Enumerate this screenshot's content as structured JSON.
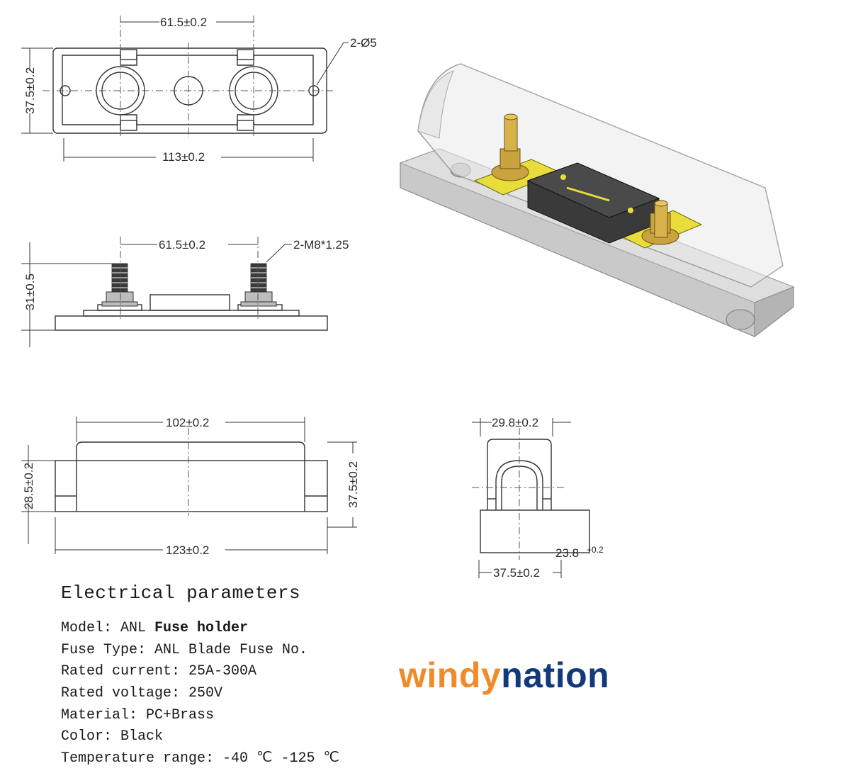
{
  "dimensions": {
    "top_view": {
      "hole_spacing": "61.5±0.2",
      "mount_holes": "2-Ø5",
      "height": "37.5±0.2",
      "length": "113±0.2"
    },
    "side_view": {
      "stud_spacing": "61.5±0.2",
      "thread": "2-M8*1.25",
      "height": "31±0.5"
    },
    "front_view": {
      "cover_length": "102±0.2",
      "left_height": "28.5±0.2",
      "right_height": "37.5±0.2",
      "base_length": "123±0.2"
    },
    "end_view": {
      "top_width": "29.8±0.2",
      "inner_width": "23.8",
      "inner_tolerance": "+0.2",
      "base_width": "37.5±0.2"
    }
  },
  "parameters": {
    "heading": "Electrical parameters",
    "model_prefix": "Model: ANL ",
    "model_bold": "Fuse holder",
    "fuse_type": "Fuse Type: ANL Blade Fuse No.",
    "rated_current": "Rated current: 25A-300A",
    "rated_voltage": "Rated voltage: 250V",
    "material": "Material: PC+Brass",
    "color": "Color: Black",
    "temperature": "Temperature range: -40 ℃ -125 ℃"
  },
  "brand": {
    "part1": "windy",
    "part2": "nation",
    "color1": "#f08a2a",
    "color2": "#123a7a"
  },
  "colors": {
    "brass": "#d8b24a",
    "plate": "#e8dd3a",
    "fuse_body": "#3a3a3a",
    "housing": "#c9c9c9"
  }
}
